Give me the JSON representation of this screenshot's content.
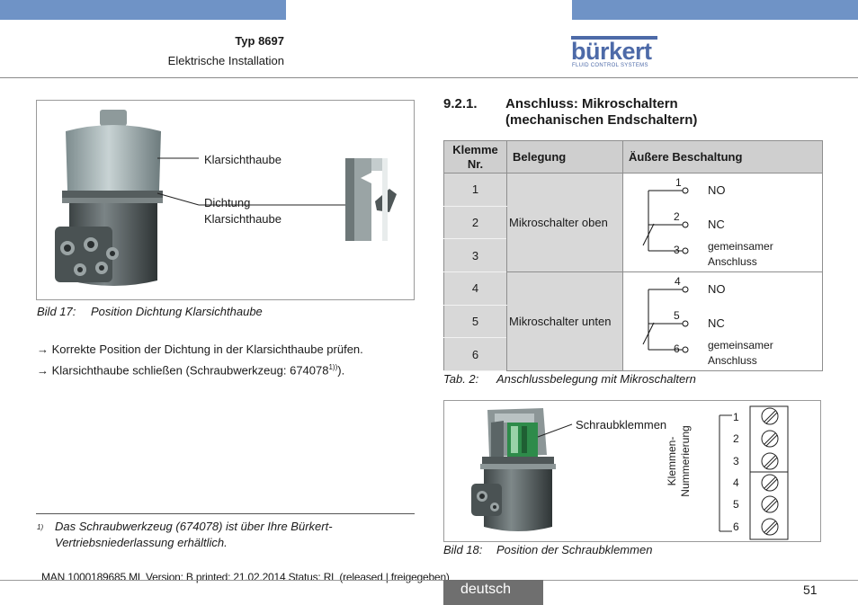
{
  "header": {
    "type_label": "Typ 8697",
    "section_label": "Elektrische Installation",
    "logo_word": "bürkert",
    "logo_tagline": "FLUID CONTROL SYSTEMS",
    "bar_color": "#6f93c6",
    "logo_color": "#4d6aa8"
  },
  "figure17": {
    "label_hood": "Klarsichthaube",
    "label_seal_1": "Dichtung",
    "label_seal_2": "Klarsichthaube",
    "caption_num": "Bild 17:",
    "caption_text": "Position Dichtung Klarsichthaube"
  },
  "instructions": {
    "arrow": "→",
    "line1": "Korrekte Position der Dichtung in der Klarsichthaube prüfen.",
    "line2_pre": "Klarsichthaube schließen (Schraubwerkzeug: 674078",
    "line2_sup": "1))",
    "line2_post": ")."
  },
  "footnote": {
    "marker": "1)",
    "line1": "Das Schraubwerkzeug (674078) ist über Ihre Bürkert-",
    "line2": "Vertriebsniederlassung erhältlich."
  },
  "section": {
    "number": "9.2.1.",
    "title_line1": "Anschluss: Mikroschaltern",
    "title_line2": "(mechanischen Endschaltern)"
  },
  "table": {
    "headers": {
      "c1_line1": "Klemme",
      "c1_line2": "Nr.",
      "c2": "Belegung",
      "c3": "Äußere Beschaltung"
    },
    "rows": [
      "1",
      "2",
      "3",
      "4",
      "5",
      "6"
    ],
    "group1": "Mikroschalter oben",
    "group2": "Mikroschalter unten",
    "wiring1": {
      "p1": "1",
      "p2": "2",
      "p3": "3",
      "no": "NO",
      "nc": "NC",
      "common1": "gemeinsamer",
      "common2": "Anschluss"
    },
    "wiring2": {
      "p1": "4",
      "p2": "5",
      "p3": "6",
      "no": "NO",
      "nc": "NC",
      "common1": "gemeinsamer",
      "common2": "Anschluss"
    },
    "caption_num": "Tab. 2:",
    "caption_text": "Anschlussbelegung mit Mikroschaltern"
  },
  "figure18": {
    "label_terminals": "Schraubklemmen",
    "numbering_1": "Klemmen-",
    "numbering_2": "Nummerierung",
    "terminals": [
      "1",
      "2",
      "3",
      "4",
      "5",
      "6"
    ],
    "caption_num": "Bild 18:",
    "caption_text": "Position der Schraubklemmen"
  },
  "footer": {
    "doc_info": "MAN 1000189685 ML Version: B printed: 21.02.2014 Status: RL (released | freigegeben)",
    "language": "deutsch",
    "page": "51",
    "lang_bg": "#6f6f6f"
  }
}
